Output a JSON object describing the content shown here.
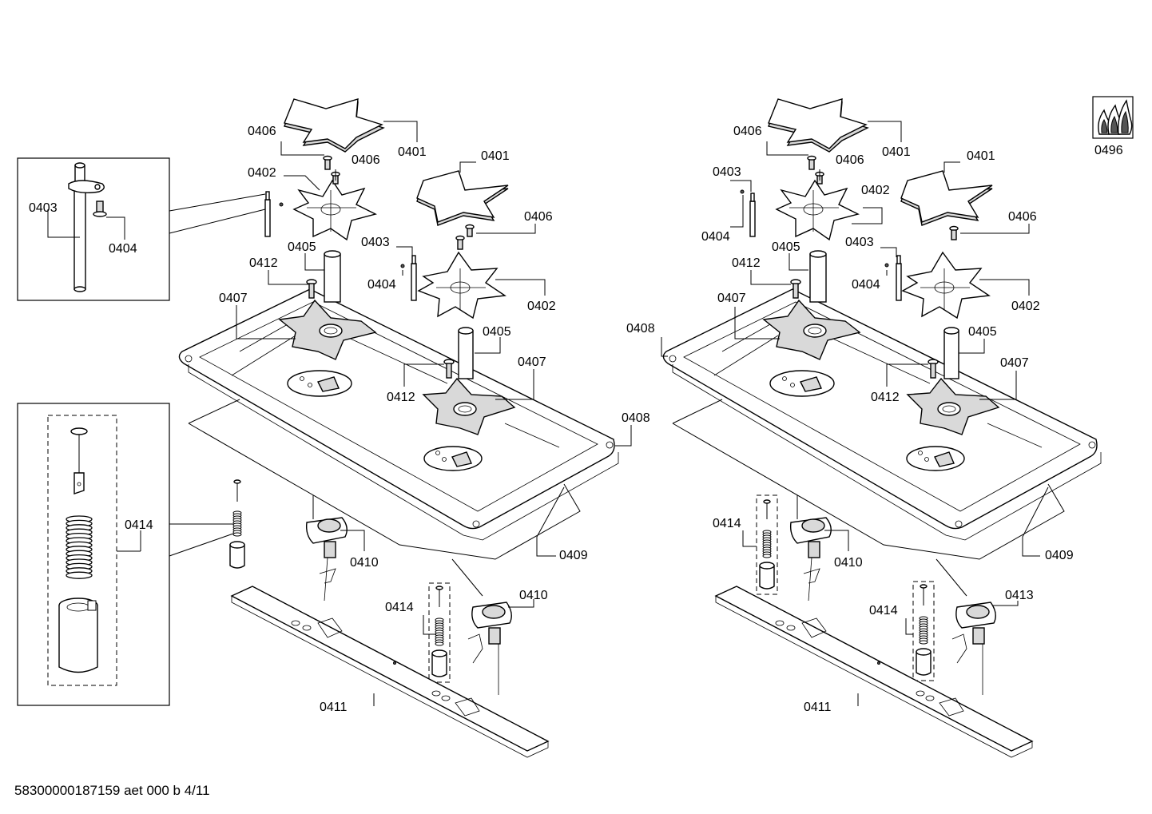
{
  "footer": {
    "code": "58300000187159 aet 000 b 4/11"
  },
  "icon": {
    "name": "gas-flame-icon",
    "label": "0496"
  },
  "left_assembly": {
    "labels": {
      "l0406a": "0406",
      "l0401a": "0401",
      "l0406b": "0406",
      "l0402a": "0402",
      "l0401b": "0401",
      "l0406c": "0406",
      "l0403a": "0403",
      "l0405a": "0405",
      "l0412a": "0412",
      "l0404a": "0404",
      "l0402b": "0402",
      "l0407a": "0407",
      "l0405b": "0405",
      "l0407b": "0407",
      "l0412b": "0412",
      "l0408": "0408",
      "l0414a": "0414",
      "l0410a": "0410",
      "l0409": "0409",
      "l0414b": "0414",
      "l0410b": "0410",
      "l0411": "0411"
    },
    "detail_top": {
      "l0403": "0403",
      "l0404": "0404"
    }
  },
  "right_assembly": {
    "labels": {
      "r0406a": "0406",
      "r0401a": "0401",
      "r0406b": "0406",
      "r0403a": "0403",
      "r0401b": "0401",
      "r0402a": "0402",
      "r0404a": "0404",
      "r0406c": "0406",
      "r0405a": "0405",
      "r0403b": "0403",
      "r0412a": "0412",
      "r0404b": "0404",
      "r0402b": "0402",
      "r0407a": "0407",
      "r0408": "0408",
      "r0405b": "0405",
      "r0412b": "0412",
      "r0407b": "0407",
      "r0414a": "0414",
      "r0410": "0410",
      "r0409": "0409",
      "r0413": "0413",
      "r0414b": "0414",
      "r0411": "0411"
    }
  }
}
